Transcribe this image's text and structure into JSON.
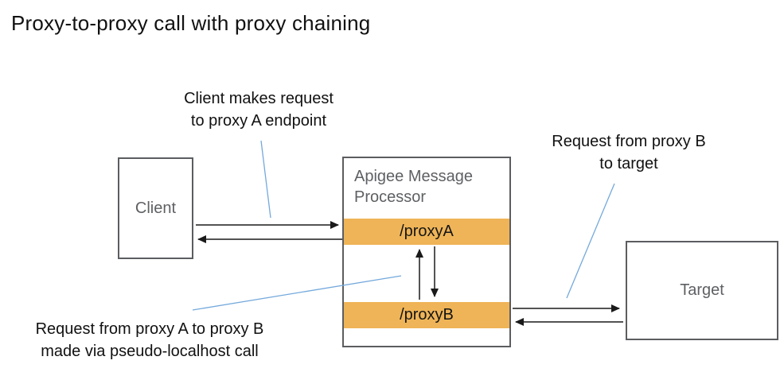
{
  "title": "Proxy-to-proxy call with proxy chaining",
  "colors": {
    "endpoint_bar": "#EFB457",
    "box_border": "#5B5D60",
    "box_label_text": "#5E6063",
    "annotation_line": "#74A9DC",
    "arrow": "#1A1A1A",
    "text": "#111111",
    "background": "#FFFFFF"
  },
  "nodes": {
    "client": {
      "label": "Client"
    },
    "processor": {
      "title": "Apigee Message Processor",
      "endpoints": [
        {
          "label": "/proxyA"
        },
        {
          "label": "/proxyB"
        }
      ]
    },
    "target": {
      "label": "Target"
    }
  },
  "annotations": {
    "client_request": {
      "line1": "Client makes request",
      "line2": "to proxy A endpoint"
    },
    "proxy_b_request": {
      "line1": "Request from proxy B",
      "line2": "to target"
    },
    "proxy_a_to_b": {
      "line1": "Request from proxy A to proxy B",
      "line2": "made via pseudo-localhost call"
    }
  },
  "connections": [
    {
      "from": "client",
      "to": "proxyA",
      "type": "request"
    },
    {
      "from": "proxyA",
      "to": "client",
      "type": "response"
    },
    {
      "from": "proxyA",
      "to": "proxyB",
      "type": "request"
    },
    {
      "from": "proxyB",
      "to": "proxyA",
      "type": "response"
    },
    {
      "from": "proxyB",
      "to": "target",
      "type": "request"
    },
    {
      "from": "target",
      "to": "proxyB",
      "type": "response"
    }
  ]
}
